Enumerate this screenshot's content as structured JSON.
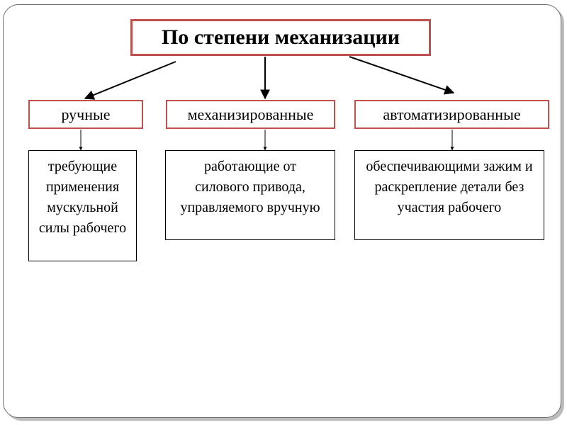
{
  "title": "По степени механизации",
  "categories": [
    {
      "label": "ручные",
      "description": "требующие применения мускульной силы рабочего"
    },
    {
      "label": "механизированные",
      "description": "работающие от силового привода, управляемого вручную"
    },
    {
      "label": "автоматизированные",
      "description": "обеспечивающими зажим и раскрепление детали без участия рабочего"
    }
  ],
  "colors": {
    "title_border": "#c0504d",
    "category_border": "#c0504d",
    "description_border": "#000000",
    "arrow": "#000000"
  }
}
